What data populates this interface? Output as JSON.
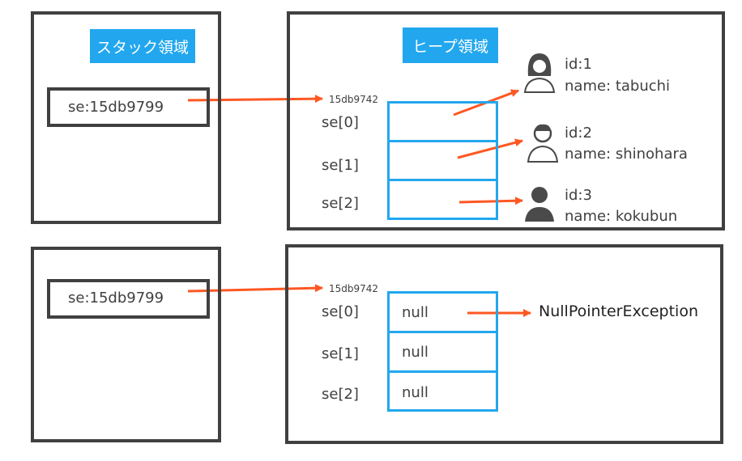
{
  "top": {
    "stack_label": "スタック領域",
    "heap_label": "ヒープ領域",
    "stack_var": "se:15db9799",
    "heap_address": "15db9742",
    "indices": [
      "se[0]",
      "se[1]",
      "se[2]"
    ],
    "objects": [
      {
        "id": "id:1",
        "name": "name: tabuchi",
        "icon": "woman-icon"
      },
      {
        "id": "id:2",
        "name": "name: shinohara",
        "icon": "man-icon"
      },
      {
        "id": "id:3",
        "name": "name: kokubun",
        "icon": "businessman-icon"
      }
    ]
  },
  "bottom": {
    "stack_var": "se:15db9799",
    "heap_address": "15db9742",
    "indices": [
      "se[0]",
      "se[1]",
      "se[2]"
    ],
    "values": [
      "null",
      "null",
      "null"
    ],
    "exception": "NullPointerException"
  },
  "colors": {
    "accent": "#22A7EE",
    "arrow": "#FF5722",
    "border": "#404040"
  }
}
